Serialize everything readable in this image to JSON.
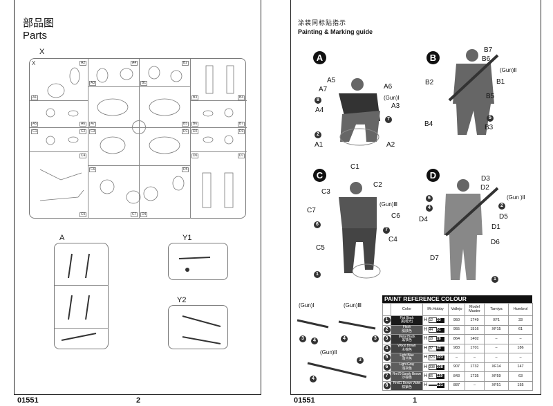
{
  "left_page": {
    "title_cn": "部品图",
    "title_en": "Parts",
    "sprue_x_label": "X",
    "sprue_parts": [
      "A1",
      "A2",
      "A3",
      "A4",
      "B2",
      "B1",
      "B3",
      "B4",
      "A5",
      "A6",
      "A7",
      "B5",
      "B6",
      "B7",
      "C1",
      "C2",
      "C3",
      "D1",
      "D2",
      "D3",
      "C4",
      "D6",
      "D7",
      "C5",
      "C6",
      "C7",
      "D4",
      "D5"
    ],
    "sprue_a_label": "A",
    "sprue_y1_label": "Y1",
    "sprue_y2_label": "Y2",
    "footer_code": "01551",
    "page_number": "2"
  },
  "right_page": {
    "title_cn": "涂装同标贴指示",
    "title_en": "Painting & Marking guide",
    "figures": {
      "A": {
        "badge": "A",
        "labels": [
          "A5",
          "A7",
          "8",
          "(Gun)Ⅰ",
          "A6",
          "A3",
          "A4",
          "7",
          "2",
          "A1",
          "A2"
        ]
      },
      "B": {
        "badge": "B",
        "labels": [
          "B7",
          "B6",
          "(Gun)Ⅱ",
          "B2",
          "B1",
          "B5",
          "5",
          "B4",
          "B3"
        ]
      },
      "C": {
        "badge": "C",
        "labels": [
          "C1",
          "C2",
          "C3",
          "(Gun)Ⅲ",
          "C7",
          "C6",
          "6",
          "7",
          "C4",
          "C5",
          "1"
        ]
      },
      "D": {
        "badge": "D",
        "labels": [
          "D3",
          "D2",
          "(Gun )Ⅱ",
          "6",
          "2",
          "4",
          "D5",
          "D4",
          "D1",
          "D6",
          "D7",
          "1"
        ]
      }
    },
    "guns": [
      {
        "label": "(Gun)Ⅰ",
        "callouts": [
          "3",
          "4"
        ]
      },
      {
        "label": "(Gun)Ⅲ",
        "callouts": [
          "4",
          "3"
        ]
      },
      {
        "label": "(Gun)Ⅱ",
        "callouts": [
          "3",
          "4"
        ]
      }
    ],
    "paint_table": {
      "title": "PAINT  REFERENCE COLOUR",
      "headers": [
        "Color",
        "Mr.Hobby",
        "Vallejo",
        "Model Master",
        "Tamiya",
        "Humbrol"
      ],
      "rows": [
        {
          "n": "1",
          "en": "Flat Black",
          "cn": "黑(哑光)",
          "h": "H",
          "h1": "12",
          "h2": "33",
          "vallejo": "950",
          "mm": "1749",
          "tamiya": "XF1",
          "humbrol": "33",
          "color": "#1a1a1a"
        },
        {
          "n": "2",
          "en": "Flesh",
          "cn": "肌肤色",
          "h": "H",
          "h1": "44",
          "h2": "51",
          "vallejo": "955",
          "mm": "1516",
          "tamiya": "XF15",
          "humbrol": "61",
          "color": "#555555"
        },
        {
          "n": "3",
          "en": "Metal Black",
          "cn": "黑铁色",
          "h": "H",
          "h1": "18",
          "h2": "28",
          "vallejo": "864",
          "mm": "1402",
          "tamiya": "–",
          "humbrol": "–",
          "color": "#333333"
        },
        {
          "n": "4",
          "en": "Wood Brown",
          "cn": "木棕色",
          "h": "H",
          "h1": "37",
          "h2": "43",
          "vallejo": "983",
          "mm": "1701",
          "tamiya": "–",
          "humbrol": "186",
          "color": "#444444"
        },
        {
          "n": "5",
          "en": "Light Blue",
          "cn": "浅兰色",
          "h": "H",
          "h1": "323",
          "h2": "323",
          "vallejo": "–",
          "mm": "–",
          "tamiya": "–",
          "humbrol": "–",
          "color": "#5a5a5a"
        },
        {
          "n": "6",
          "en": "Light Gray",
          "cn": "浅灰色",
          "h": "H",
          "h1": "338",
          "h2": "338",
          "vallejo": "907",
          "mm": "1732",
          "tamiya": "XF14",
          "humbrol": "147",
          "color": "#5e5e5e"
        },
        {
          "n": "7",
          "en": "Rm79 Sandy Brown",
          "cn": "沙棕色",
          "h": "H",
          "h1": "66",
          "h2": "119",
          "vallejo": "843",
          "mm": "1735",
          "tamiya": "XF59",
          "humbrol": "63",
          "color": "#555555"
        },
        {
          "n": "8",
          "en": "Rm81 Brown Violet",
          "cn": "棕紫色",
          "h": "H",
          "h1": "",
          "h2": "121",
          "vallejo": "887",
          "mm": "–",
          "tamiya": "XF51",
          "humbrol": "155",
          "color": "#444444"
        }
      ]
    },
    "footer_code": "01551",
    "page_number": "1"
  }
}
